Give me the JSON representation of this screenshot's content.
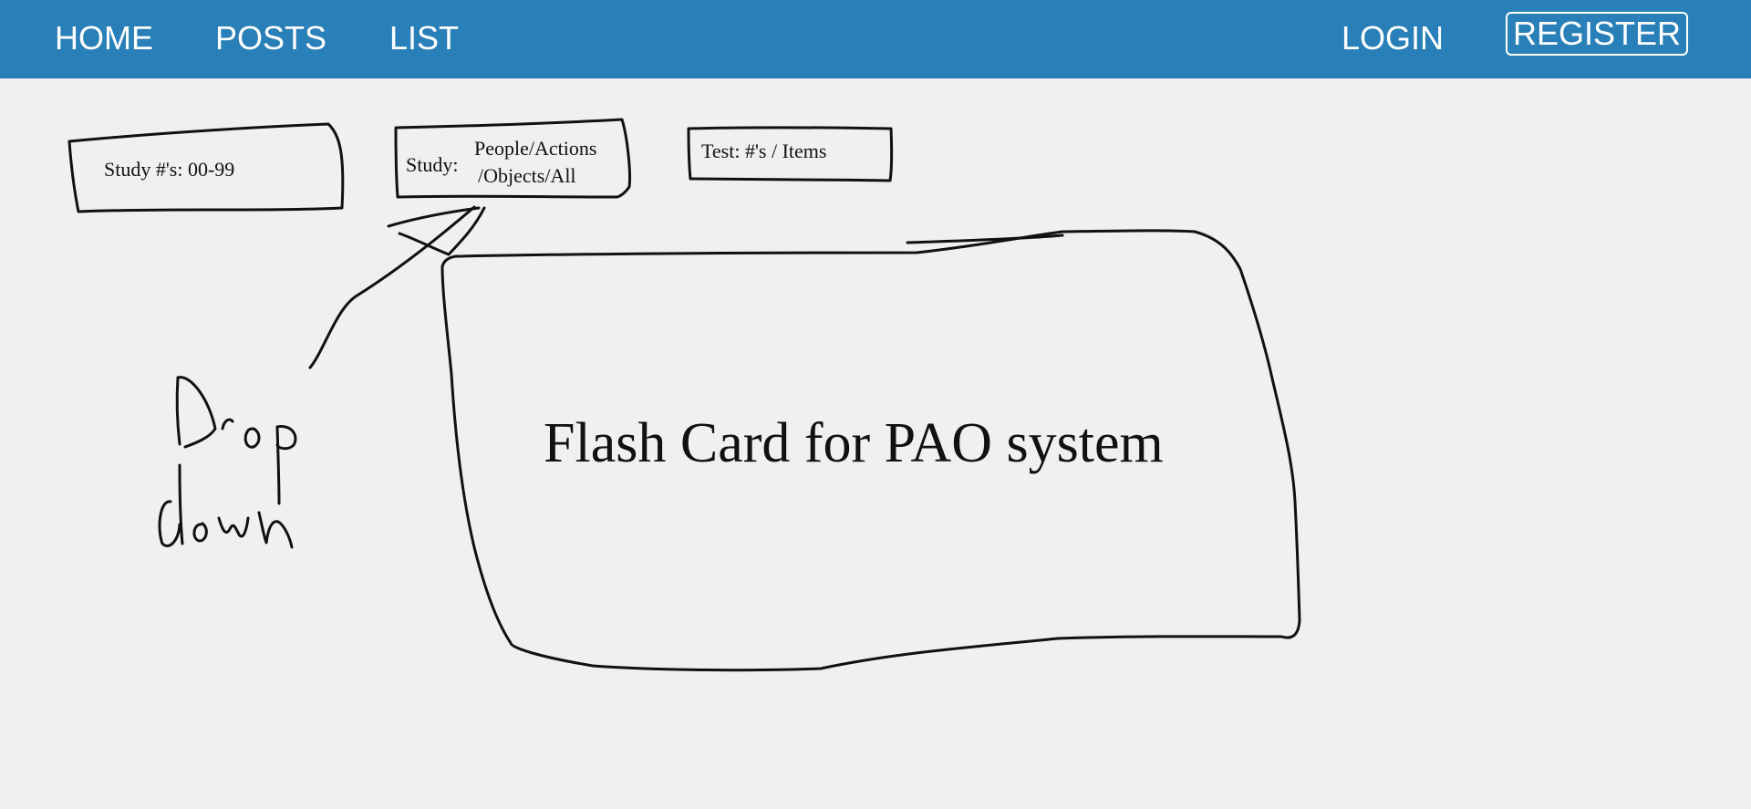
{
  "nav": {
    "home": "HOME",
    "posts": "POSTS",
    "list": "LIST",
    "login": "LOGIN",
    "register": "REGISTER"
  },
  "controls": {
    "study_numbers": "Study #'s: 00-99",
    "study_label": "Study:",
    "study_options_line1": "People/Actions",
    "study_options_line2": "/Objects/All",
    "test": "Test: #'s / Items"
  },
  "card": {
    "title": "Flash Card for PAO system"
  },
  "annotation": {
    "text": "Drop down"
  },
  "colors": {
    "navbar": "#2980b9",
    "background": "#f0f0f0",
    "ink": "#111111"
  }
}
